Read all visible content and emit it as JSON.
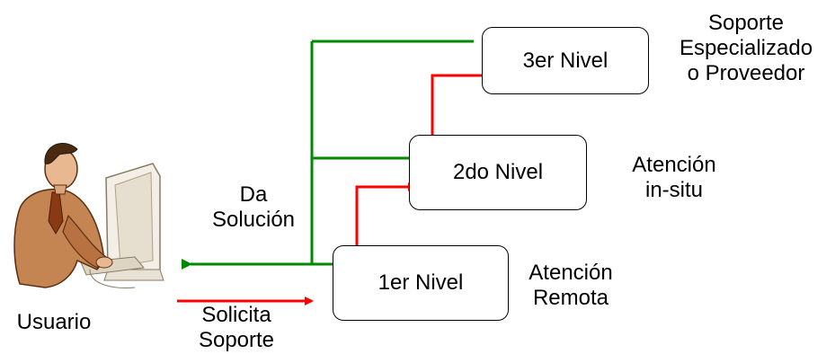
{
  "levels": [
    {
      "box_label": "1er Nivel",
      "desc_lines": [
        "Atención",
        "Remota"
      ]
    },
    {
      "box_label": "2do Nivel",
      "desc_lines": [
        "Atención",
        "in-situ"
      ]
    },
    {
      "box_label": "3er Nivel",
      "desc_lines": [
        "Soporte",
        "Especializado",
        "o Proveedor"
      ]
    }
  ],
  "user_label": "Usuario",
  "request_label_lines": [
    "Solicita",
    "Soporte"
  ],
  "solution_label_lines": [
    "Da",
    "Solución"
  ],
  "colors": {
    "escalation_arrow": "#ff0000",
    "solution_arrow": "#008a00",
    "box_border": "#000000"
  },
  "icons": {
    "user": "person-at-computer-icon"
  }
}
